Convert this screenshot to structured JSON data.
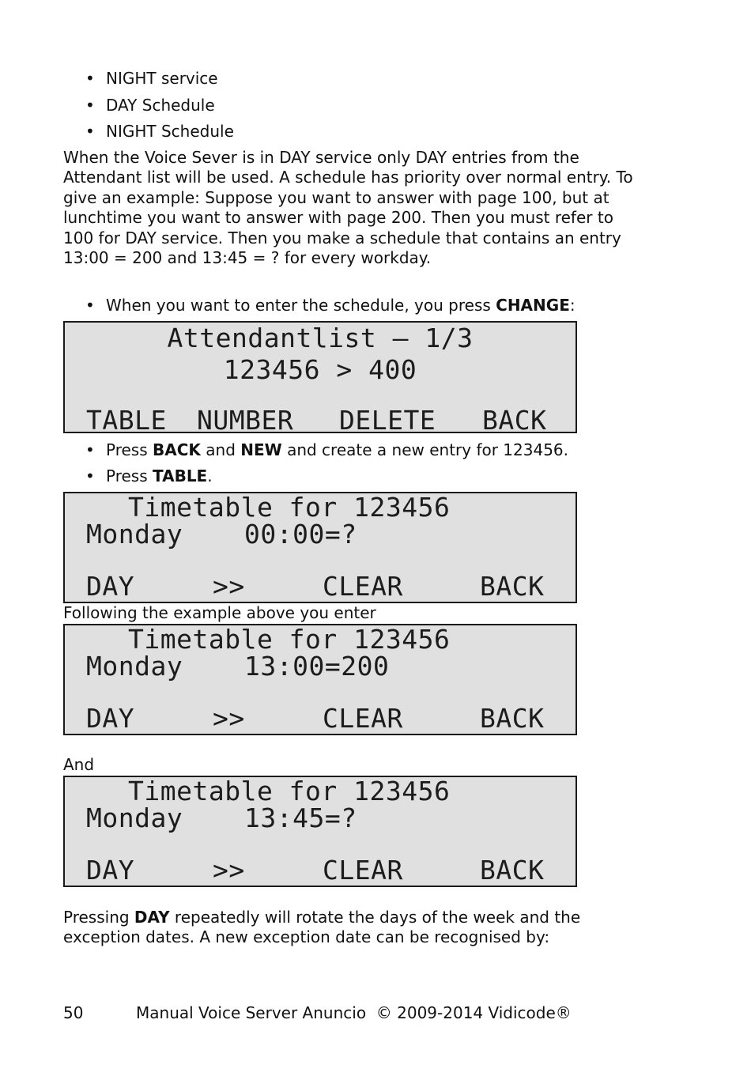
{
  "top_list": [
    "NIGHT service",
    "DAY Schedule",
    "NIGHT Schedule"
  ],
  "intro_paragraph": [
    "When the Voice Sever is in DAY service only DAY entries from the",
    "Attendant list will be used. A schedule has priority over normal entry. To",
    "give an example: Suppose you want to answer with page 100, but at",
    "lunchtime you want to answer with page 200. Then you must refer to",
    "100 for DAY service. Then you make a schedule that contains an entry",
    "13:00 = 200 and 13:45 = ? for every workday."
  ],
  "bullet_change": {
    "pre": "When you want to enter the schedule, you press ",
    "bold": "CHANGE",
    "post": ":"
  },
  "lcd1": {
    "title": "Attendantlist – 1/3",
    "line2": "123456 > 400",
    "keys": [
      "TABLE",
      "NUMBER",
      "DELETE",
      "BACK"
    ]
  },
  "bullet_back": {
    "t1": "Press ",
    "b1": "BACK",
    "t2": " and ",
    "b2": "NEW",
    "t3": " and create a new entry for 123456."
  },
  "bullet_table": {
    "t1": "Press ",
    "b1": "TABLE",
    "t2": "."
  },
  "lcd2": {
    "title": "Timetable for 123456",
    "day": "Monday",
    "entry": "00:00=?",
    "keys": [
      "DAY",
      ">>",
      "CLEAR",
      "BACK"
    ]
  },
  "following_text": "Following the example above you enter",
  "lcd3": {
    "title": "Timetable for 123456",
    "day": "Monday",
    "entry": "13:00=200",
    "keys": [
      "DAY",
      ">>",
      "CLEAR",
      "BACK"
    ]
  },
  "and_text": "And",
  "lcd4": {
    "title": "Timetable for 123456",
    "day": "Monday",
    "entry": "13:45=?",
    "keys": [
      "DAY",
      ">>",
      "CLEAR",
      "BACK"
    ]
  },
  "closing_paragraph": {
    "t1": "Pressing ",
    "b1": "DAY",
    "t2": " repeatedly will rotate the days of the week and the",
    "line2": "exception dates. A new exception date can be recognised by:"
  },
  "footer": {
    "page_number": "50",
    "text": "Manual Voice Server Anuncio  © 2009-2014 Vidicode®"
  }
}
